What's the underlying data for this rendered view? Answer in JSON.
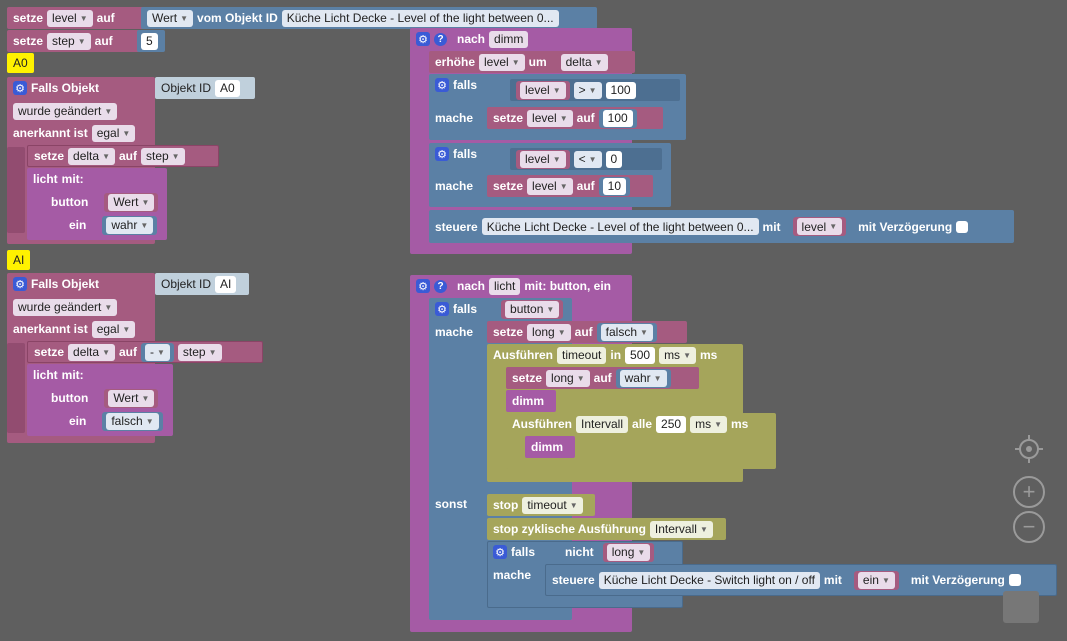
{
  "blocks": {
    "set_level": {
      "kw1": "setze",
      "var": "level",
      "kw2": "auf",
      "val": "Wert",
      "kw3": "vom Objekt ID",
      "obj": "Küche Licht Decke - Level of the light between 0..."
    },
    "set_step": {
      "kw1": "setze",
      "var": "step",
      "kw2": "auf",
      "num": "5"
    },
    "comment_a0": "A0",
    "comment_ai": "AI",
    "trigger_a0": {
      "title": "Falls Objekt",
      "obj_label": "Objekt ID",
      "obj_val": "A0",
      "changed": "wurde geändert",
      "ack": "anerkannt ist",
      "ack_val": "egal",
      "set_kw": "setze",
      "set_var": "delta",
      "set_auf": "auf",
      "set_val": "step",
      "call": "licht",
      "call_mit": "mit:",
      "p1": "button",
      "p1_val": "Wert",
      "p2": "ein",
      "p2_val": "wahr"
    },
    "trigger_ai": {
      "title": "Falls Objekt",
      "obj_label": "Objekt ID",
      "obj_val": "AI",
      "changed": "wurde geändert",
      "ack": "anerkannt ist",
      "ack_val": "egal",
      "set_kw": "setze",
      "set_var": "delta",
      "set_auf": "auf",
      "neg": "-",
      "set_val": "step",
      "call": "licht",
      "call_mit": "mit:",
      "p1": "button",
      "p1_val": "Wert",
      "p2": "ein",
      "p2_val": "falsch"
    },
    "func_dimm": {
      "kw": "nach",
      "name": "dimm",
      "inc": "erhöhe",
      "inc_var": "level",
      "inc_um": "um",
      "inc_val": "delta",
      "if1": "falls",
      "if1_var": "level",
      "if1_op": ">",
      "if1_num": "100",
      "do1": "mache",
      "do1_set": "setze",
      "do1_var": "level",
      "do1_auf": "auf",
      "do1_num": "100",
      "if2": "falls",
      "if2_var": "level",
      "if2_op": "<",
      "if2_num": "0",
      "do2": "mache",
      "do2_set": "setze",
      "do2_var": "level",
      "do2_auf": "auf",
      "do2_num": "10",
      "ctrl": "steuere",
      "ctrl_obj": "Küche Licht Decke - Level of the light between 0...",
      "ctrl_mit": "mit",
      "ctrl_var": "level",
      "ctrl_delay": "mit Verzögerung"
    },
    "func_licht": {
      "kw": "nach",
      "name": "licht",
      "params": "mit: button, ein",
      "if": "falls",
      "if_var": "button",
      "do": "mache",
      "set1": "setze",
      "set1_var": "long",
      "set1_auf": "auf",
      "set1_val": "falsch",
      "timeout": "Ausführen",
      "timeout_name": "timeout",
      "timeout_in": "in",
      "timeout_num": "500",
      "timeout_unit": "ms",
      "timeout_ms": "ms",
      "set2": "setze",
      "set2_var": "long",
      "set2_auf": "auf",
      "set2_val": "wahr",
      "call_dimm": "dimm",
      "interval": "Ausführen",
      "interval_name": "Intervall",
      "interval_alle": "alle",
      "interval_num": "250",
      "interval_unit": "ms",
      "interval_ms": "ms",
      "call_dimm2": "dimm",
      "else": "sonst",
      "stop1": "stop",
      "stop1_val": "timeout",
      "stop2": "stop zyklische Ausführung",
      "stop2_val": "Intervall",
      "if3": "falls",
      "not": "nicht",
      "not_var": "long",
      "do3": "mache",
      "ctrl": "steuere",
      "ctrl_obj": "Küche Licht Decke - Switch light on / off",
      "ctrl_mit": "mit",
      "ctrl_var": "ein",
      "ctrl_delay": "mit Verzögerung"
    }
  },
  "toolbar": {
    "center_icon": "crosshair-icon",
    "zoom_in": "+",
    "zoom_out": "−",
    "trash_icon": "trash-icon"
  }
}
